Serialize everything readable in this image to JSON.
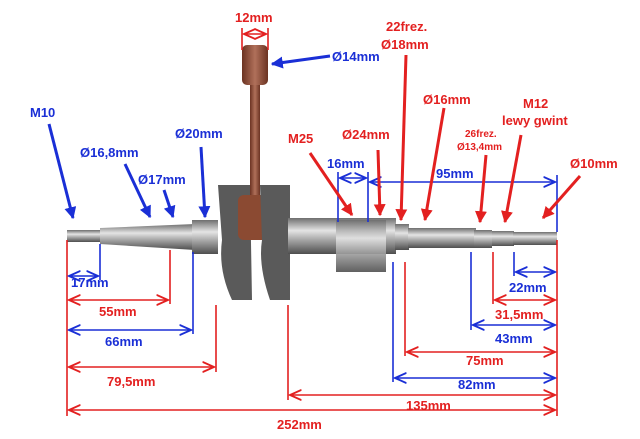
{
  "colors": {
    "red": "#e32020",
    "blue": "#1a2fd6",
    "metal": "#9a9a9a",
    "rod": "#8b4a32"
  },
  "callouts": {
    "m10": "M10",
    "d16_8": "Ø16,8mm",
    "d17": "Ø17mm",
    "d20": "Ø20mm",
    "d14": "Ø14mm",
    "w12": "12mm",
    "m25": "M25",
    "d24": "Ø24mm",
    "frez22": "22frez.",
    "d18": "Ø18mm",
    "d16": "Ø16mm",
    "frez26": "26frez.",
    "d13_4": "Ø13,4mm",
    "m12": "M12",
    "lewy": "lewy gwint",
    "d10": "Ø10mm"
  },
  "dimensions": {
    "l16": "16mm",
    "l95": "95mm",
    "l17": "17mm",
    "l55": "55mm",
    "l66": "66mm",
    "l79_5": "79,5mm",
    "l252": "252mm",
    "l135": "135mm",
    "l82": "82mm",
    "l75": "75mm",
    "l43": "43mm",
    "l31_5": "31,5mm",
    "l22": "22mm"
  }
}
